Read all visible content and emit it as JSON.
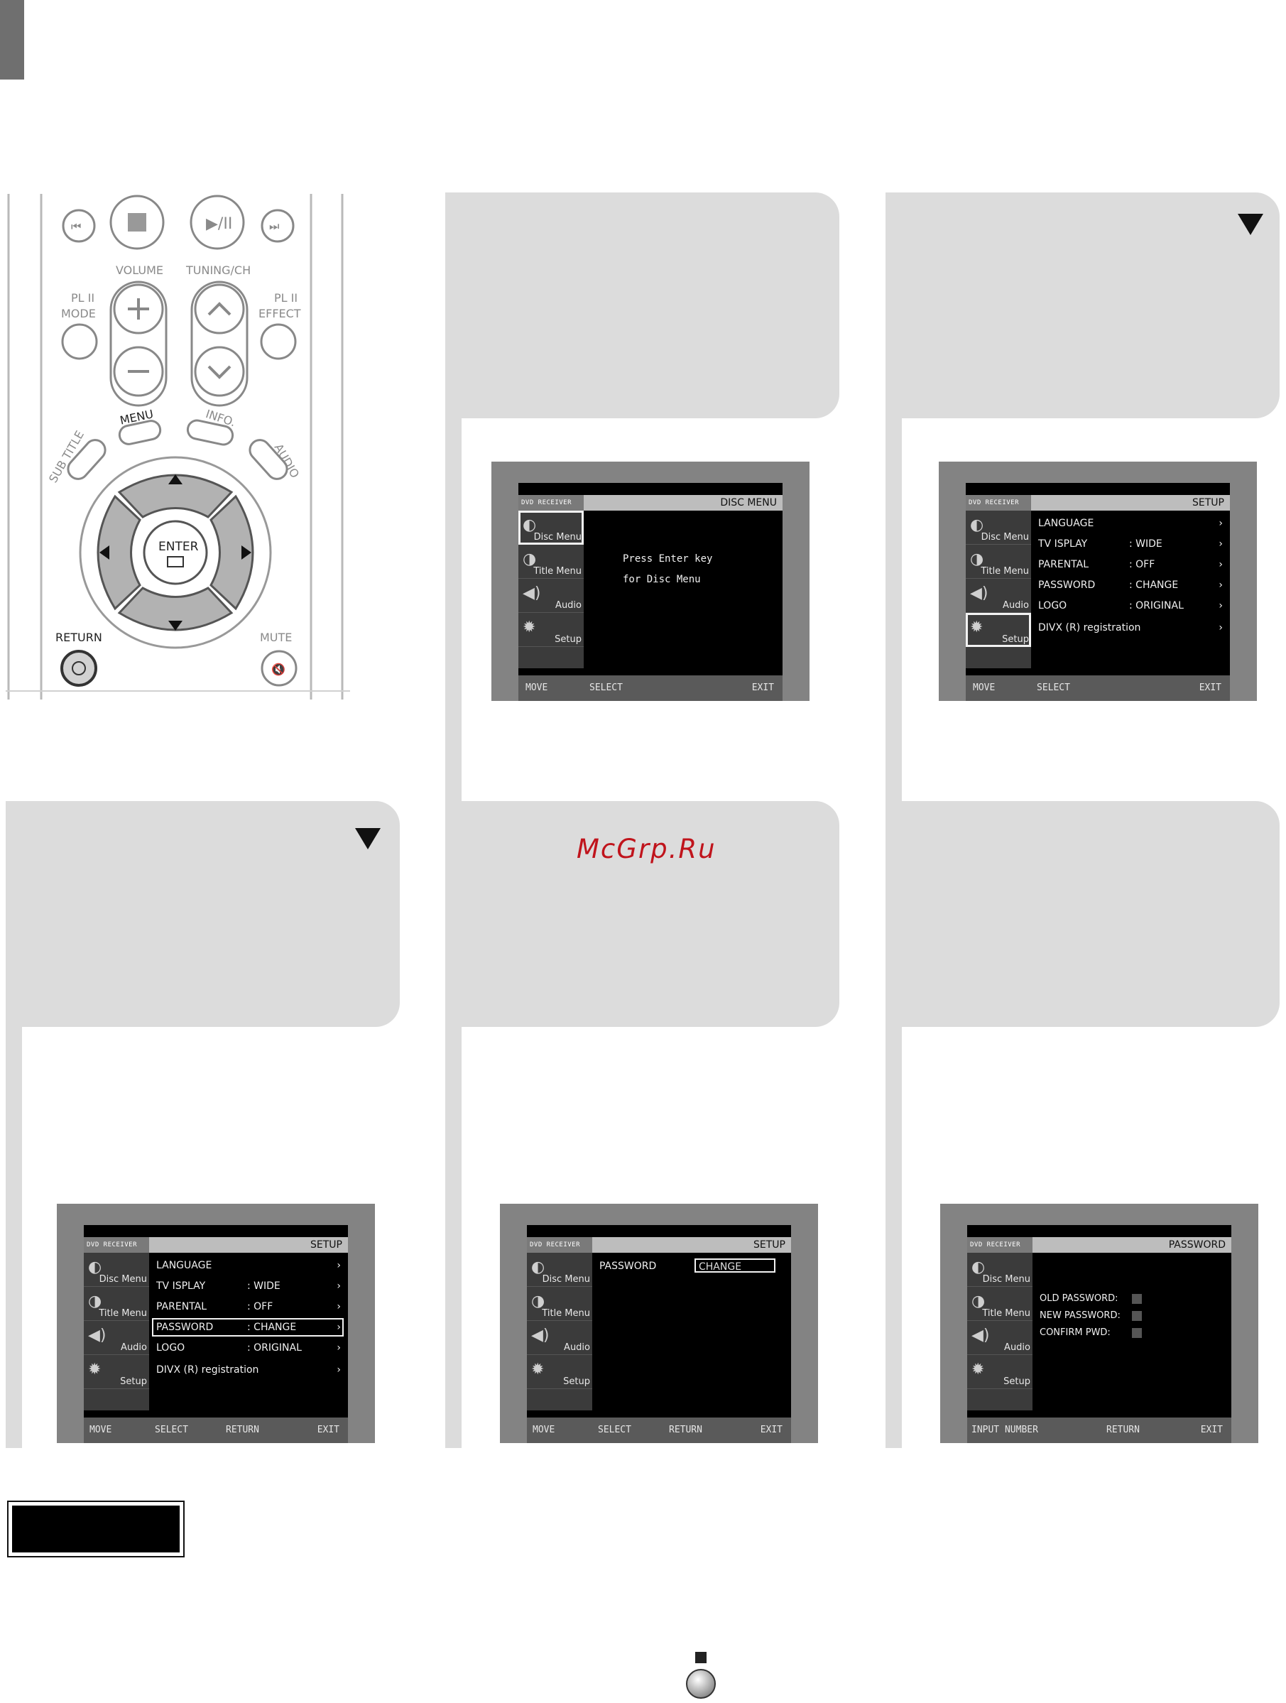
{
  "remote": {
    "volume": "VOLUME",
    "tuning": "TUNING/CH",
    "pl2_mode_top": "PL II",
    "pl2_mode": "MODE",
    "pl2_effect_top": "PL II",
    "pl2_effect": "EFFECT",
    "menu": "MENU",
    "info": "INFO.",
    "sub_title": "SUB TITLE",
    "audio": "AUDIO",
    "enter": "ENTER",
    "return": "RETURN",
    "mute": "MUTE"
  },
  "screens": {
    "logo": "DVD RECEIVER",
    "side": [
      "Disc Menu",
      "Title Menu",
      "Audio",
      "Setup"
    ],
    "disc_menu": {
      "title": "DISC MENU",
      "line1": "Press Enter key",
      "line2": "for Disc Menu",
      "foot": [
        "MOVE",
        "SELECT",
        "EXIT"
      ]
    },
    "setup": {
      "title": "SETUP",
      "rows": [
        {
          "label": "LANGUAGE",
          "value": "",
          "arrow": "›"
        },
        {
          "label": "TV  ISPLAY",
          "value": ":  WIDE",
          "arrow": "›"
        },
        {
          "label": "PARENTAL",
          "value": ":  OFF",
          "arrow": "›"
        },
        {
          "label": "PASSWORD",
          "value": ":  CHANGE",
          "arrow": "›"
        },
        {
          "label": "LOGO",
          "value": ":  ORIGINAL",
          "arrow": "›"
        },
        {
          "label": "DIVX (R) registration",
          "value": "",
          "arrow": "›"
        }
      ],
      "foot": [
        "MOVE",
        "SELECT",
        "EXIT"
      ],
      "foot_ret": [
        "MOVE",
        "SELECT",
        "RETURN",
        "EXIT"
      ]
    },
    "password_setup": {
      "title": "SETUP",
      "label": "PASSWORD",
      "value": "CHANGE",
      "foot": [
        "MOVE",
        "SELECT",
        "RETURN",
        "EXIT"
      ]
    },
    "password": {
      "title": "PASSWORD",
      "old": "OLD PASSWORD:",
      "new": "NEW PASSWORD:",
      "confirm": "CONFIRM PWD:",
      "foot": [
        "INPUT NUMBER",
        "RETURN",
        "EXIT"
      ]
    }
  },
  "watermark": "McGrp.Ru"
}
